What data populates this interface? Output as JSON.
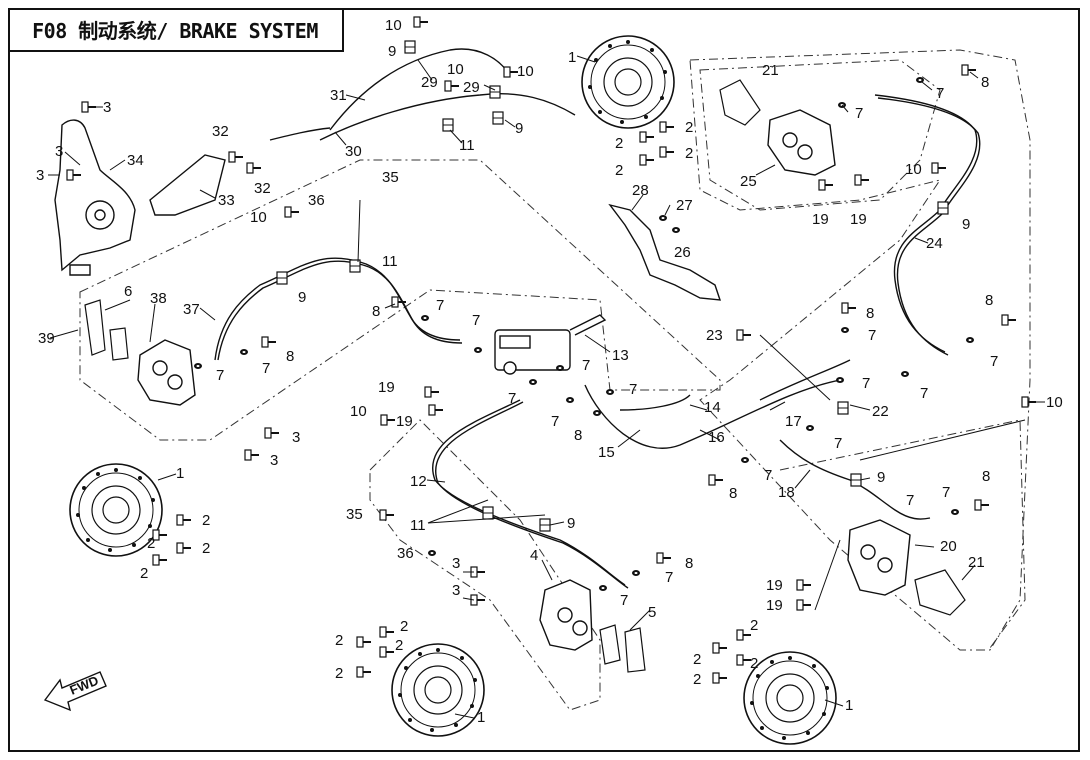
{
  "title": "F08 制动系统/ BRAKE SYSTEM",
  "direction_label": "FWD",
  "parts": [
    {
      "id": "p1",
      "label": "1"
    },
    {
      "id": "p2",
      "label": "2"
    },
    {
      "id": "p3",
      "label": "3"
    },
    {
      "id": "p4",
      "label": "4"
    },
    {
      "id": "p5",
      "label": "5"
    },
    {
      "id": "p6",
      "label": "6"
    },
    {
      "id": "p7",
      "label": "7"
    },
    {
      "id": "p8",
      "label": "8"
    },
    {
      "id": "p9",
      "label": "9"
    },
    {
      "id": "p10",
      "label": "10"
    },
    {
      "id": "p11",
      "label": "11"
    },
    {
      "id": "p12",
      "label": "12"
    },
    {
      "id": "p13",
      "label": "13"
    },
    {
      "id": "p14",
      "label": "14"
    },
    {
      "id": "p15",
      "label": "15"
    },
    {
      "id": "p16",
      "label": "16"
    },
    {
      "id": "p17",
      "label": "17"
    },
    {
      "id": "p18",
      "label": "18"
    },
    {
      "id": "p19",
      "label": "19"
    },
    {
      "id": "p20",
      "label": "20"
    },
    {
      "id": "p21",
      "label": "21"
    },
    {
      "id": "p22",
      "label": "22"
    },
    {
      "id": "p23",
      "label": "23"
    },
    {
      "id": "p24",
      "label": "24"
    },
    {
      "id": "p25",
      "label": "25"
    },
    {
      "id": "p26",
      "label": "26"
    },
    {
      "id": "p27",
      "label": "27"
    },
    {
      "id": "p28",
      "label": "28"
    },
    {
      "id": "p29",
      "label": "29"
    },
    {
      "id": "p30",
      "label": "30"
    },
    {
      "id": "p31",
      "label": "31"
    },
    {
      "id": "p32",
      "label": "32"
    },
    {
      "id": "p33",
      "label": "33"
    },
    {
      "id": "p34",
      "label": "34"
    },
    {
      "id": "p35",
      "label": "35"
    },
    {
      "id": "p36",
      "label": "36"
    },
    {
      "id": "p37",
      "label": "37"
    },
    {
      "id": "p38",
      "label": "38"
    },
    {
      "id": "p39",
      "label": "39"
    }
  ]
}
